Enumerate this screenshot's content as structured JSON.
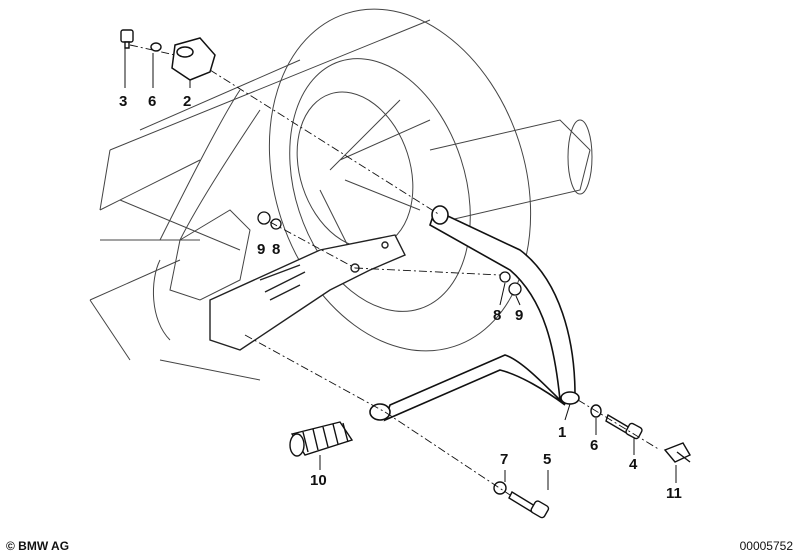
{
  "diagram": {
    "callouts": {
      "p1": "1",
      "p2": "2",
      "p3": "3",
      "p4": "4",
      "p5": "5",
      "p6a": "6",
      "p6b": "6",
      "p7": "7",
      "p8a": "8",
      "p8b": "8",
      "p9a": "9",
      "p9b": "9",
      "p10": "10",
      "p11": "11"
    }
  },
  "footer": {
    "copyright": "© BMW AG",
    "image_number": "00005752"
  }
}
